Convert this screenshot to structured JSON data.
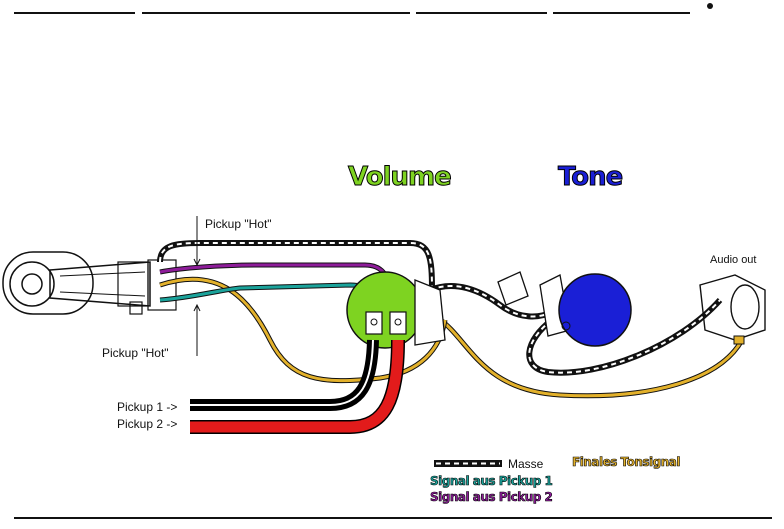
{
  "labels": {
    "volume": "Volume",
    "tone": "Tone",
    "pickup_hot_top": "Pickup \"Hot\"",
    "pickup_hot_bottom": "Pickup \"Hot\"",
    "audio_out": "Audio out",
    "pickup1": "Pickup 1 ->",
    "pickup2": "Pickup 2 ->"
  },
  "legend": {
    "masse": "Masse",
    "signal1": "Signal aus Pickup 1",
    "signal2": "Signal aus Pickup 2",
    "final": "Finales Tonsignal"
  },
  "colors": {
    "volume": "#7ed321",
    "tone": "#1a1fd6",
    "ground": "#222222",
    "signal1": "#1aa39b",
    "signal2": "#8e1c9a",
    "final": "#e3b12b",
    "pickup1_cable": "#000000",
    "pickup2_cable": "#e21b1b"
  }
}
